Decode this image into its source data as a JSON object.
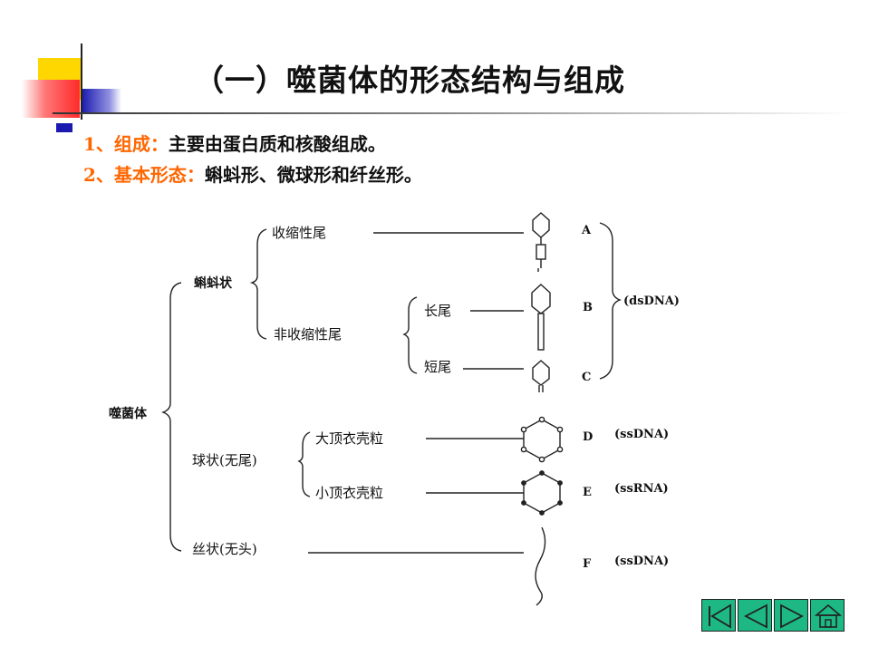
{
  "slide": {
    "title": "（一）噬菌体的形态结构与组成",
    "lines": [
      {
        "num": "1、",
        "label": "组成：",
        "text": "主要由蛋白质和核酸组成。"
      },
      {
        "num": "2、",
        "label": "基本形态：",
        "text": "蝌蚪形、微球形和纤丝形。"
      }
    ]
  },
  "diagram": {
    "root": "噬菌体",
    "tadpole": "蝌蚪状",
    "contractile": "收缩性尾",
    "noncontractile": "非收缩性尾",
    "long_tail": "长尾",
    "short_tail": "短尾",
    "spherical": "球状(无尾)",
    "large_capsomere": "大顶衣壳粒",
    "small_capsomere": "小顶衣壳粒",
    "filamentous": "丝状(无头)",
    "letters": [
      "A",
      "B",
      "C",
      "D",
      "E",
      "F"
    ],
    "dsdna": "(dsDNA)",
    "ssdna_d": "(ssDNA)",
    "ssrna_e": "(ssRNA)",
    "ssdna_f": "(ssDNA)"
  },
  "nav": {
    "buttons": [
      "first-icon",
      "prev-icon",
      "next-icon",
      "home-icon"
    ],
    "color": "#1db883"
  },
  "colors": {
    "accent": "#ff6600",
    "deco_yellow": "#ffd700",
    "deco_red": "#ff3b3b",
    "deco_blue": "#1a1ab0"
  }
}
